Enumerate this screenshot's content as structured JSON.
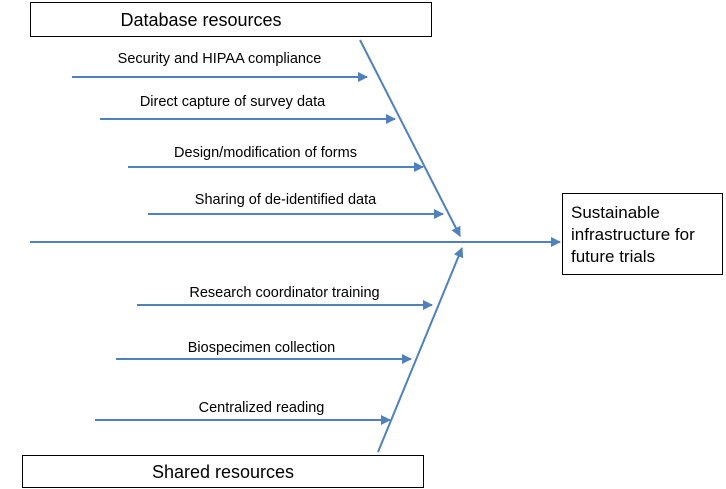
{
  "diagram": {
    "top_box": "Database resources",
    "bottom_box": "Shared resources",
    "outcome_lines": [
      "Sustainable",
      "infrastructure for",
      "future trials"
    ],
    "top_causes": [
      "Security and HIPAA compliance",
      "Direct capture of survey data",
      "Design/modification of forms",
      "Sharing of de-identified data"
    ],
    "bottom_causes": [
      "Research coordinator training",
      "Biospecimen collection",
      "Centralized reading"
    ],
    "colors": {
      "arrow": "#4F81BD",
      "border": "#000000",
      "text": "#000000"
    }
  }
}
